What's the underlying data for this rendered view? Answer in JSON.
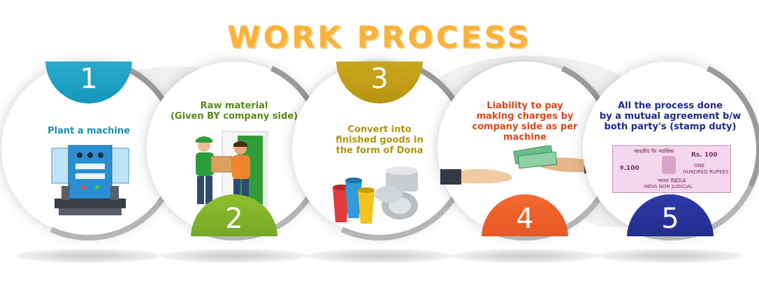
{
  "title": "WORK PROCESS",
  "colors": {
    "title": "#fbb23a",
    "step1": "#1aa6c8",
    "step2": "#6a9e1f",
    "step3": "#c9a418",
    "step4": "#e8521d",
    "step5": "#1f2a8c"
  },
  "steps": [
    {
      "number": "1",
      "label_lines": [
        "Plant a machine"
      ],
      "icon": "machine-icon"
    },
    {
      "number": "2",
      "label_lines": [
        "Raw material",
        "(Given BY company side)"
      ],
      "icon": "delivery-icon"
    },
    {
      "number": "3",
      "label_lines": [
        "Convert into",
        "finished goods in",
        "the form of Dona"
      ],
      "icon": "cups-icon"
    },
    {
      "number": "4",
      "label_lines": [
        "Liability to pay",
        "making charges by",
        "company side as per",
        "machine"
      ],
      "icon": "payment-icon"
    },
    {
      "number": "5",
      "label_lines": [
        "All the process done",
        "by a mutual agreement b/w",
        "both party's (stamp duty)"
      ],
      "icon": "stamp-paper-icon"
    }
  ],
  "stamp": {
    "top_text": "भारतीय गैर न्यायिक",
    "amount": "Rs. 100",
    "amount_local": "रु.100",
    "one": "ONE",
    "hundred": "HUNDRED RUPEES",
    "country": "INDIA",
    "country_local": "भारत",
    "non_judicial": "INDIA NON JUDICIAL"
  }
}
